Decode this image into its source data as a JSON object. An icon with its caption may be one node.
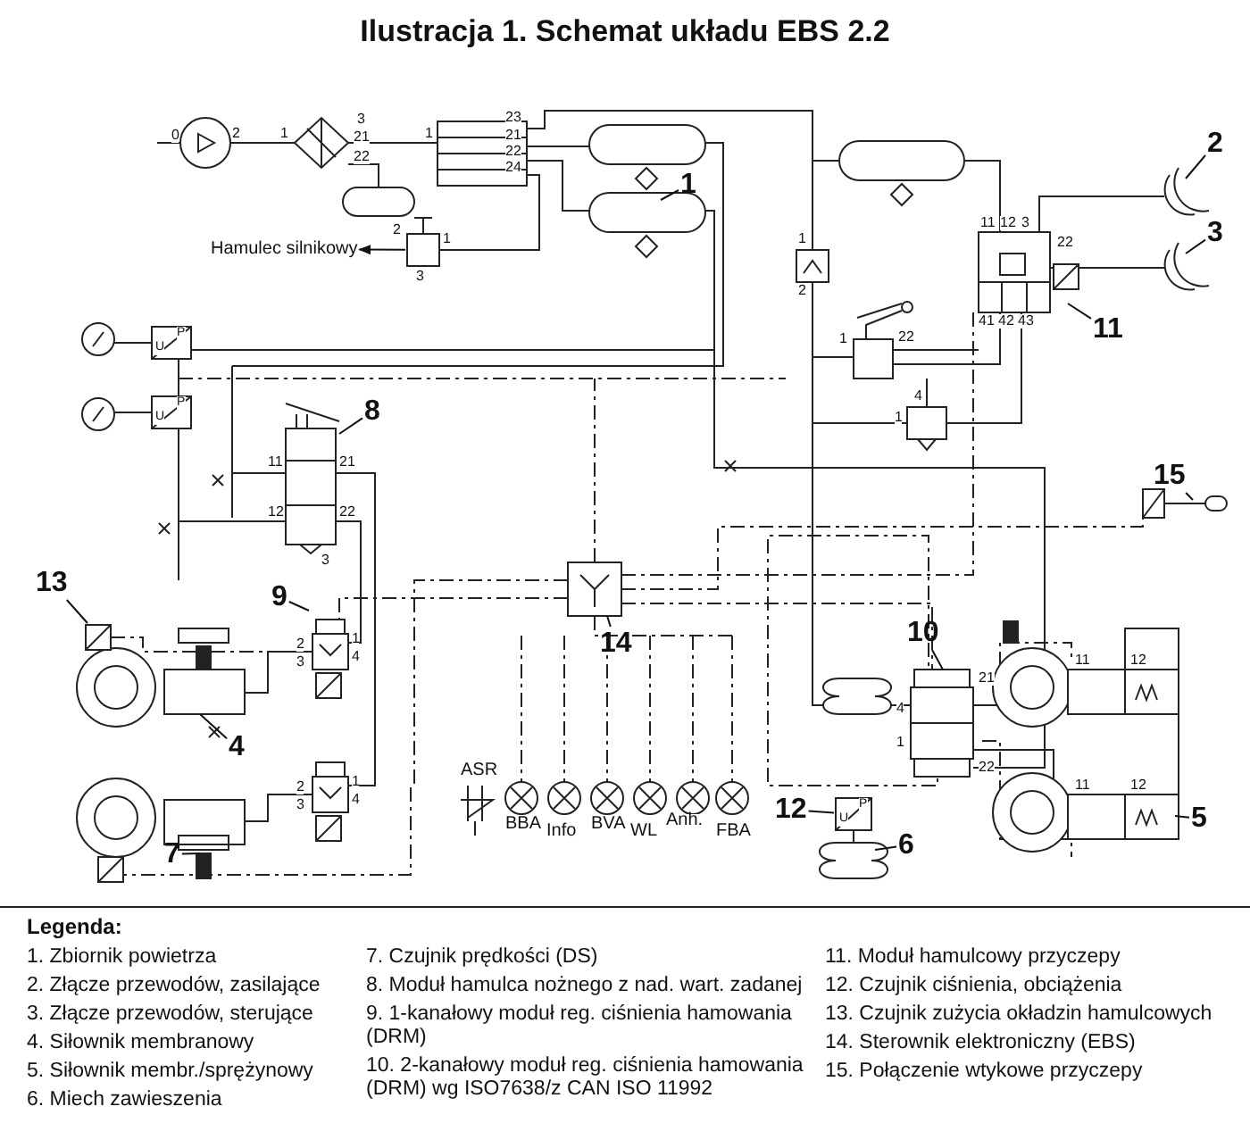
{
  "diagram": {
    "title": "Ilustracja 1. Schemat układu EBS 2.2",
    "nodes": [
      {
        "text": [
          "1"
        ]
      },
      {
        "text": [
          "2"
        ]
      },
      {
        "text": [
          "3"
        ]
      },
      {
        "text": [
          "Hamulec silnikowy"
        ]
      },
      {
        "text": [
          "11"
        ]
      },
      {
        "text": [
          "8"
        ]
      },
      {
        "text": [
          "15"
        ]
      },
      {
        "text": [
          "9"
        ]
      },
      {
        "text": [
          "13"
        ]
      },
      {
        "text": [
          "14"
        ]
      },
      {
        "text": [
          "10"
        ]
      },
      {
        "text": [
          "4"
        ]
      },
      {
        "text": [
          "12"
        ]
      },
      {
        "text": [
          "6"
        ]
      },
      {
        "text": [
          "5"
        ]
      },
      {
        "text": [
          "7"
        ]
      },
      {
        "text": [],
        "shape": "box"
      },
      {
        "text": [],
        "shape": "box"
      }
    ],
    "edges": [
      {
        "from": 0,
        "to": null,
        "arrow": "none"
      },
      {
        "from": 1,
        "to": null,
        "arrow": "none"
      },
      {
        "from": 2,
        "to": null,
        "arrow": "none"
      },
      {
        "from": 16,
        "to": 3,
        "arrow": "to"
      },
      {
        "from": 4,
        "to": null,
        "arrow": "none"
      },
      {
        "from": 5,
        "to": null,
        "arrow": "none"
      },
      {
        "from": 6,
        "to": null,
        "arrow": "none"
      },
      {
        "from": 7,
        "to": null,
        "arrow": "none"
      },
      {
        "from": 8,
        "to": null,
        "arrow": "none"
      },
      {
        "from": 9,
        "to": null,
        "arrow": "none"
      },
      {
        "from": 10,
        "to": null,
        "arrow": "none"
      },
      {
        "from": 11,
        "to": null,
        "arrow": "none"
      },
      {
        "from": 12,
        "to": 17,
        "arrow": "none"
      },
      {
        "from": 13,
        "to": null,
        "arrow": "none"
      },
      {
        "from": 14,
        "to": null,
        "arrow": "none"
      },
      {
        "from": 15,
        "to": null,
        "arrow": "none"
      }
    ],
    "labels": [
      "0",
      "2",
      "1",
      "3",
      "21",
      "22",
      "1",
      "23",
      "21",
      "22",
      "24",
      "2",
      "1",
      "3",
      "1",
      "2",
      "1",
      "22",
      "4",
      "1",
      "11",
      "12",
      "3",
      "22",
      "41",
      "42",
      "43",
      "11",
      "21",
      "12",
      "22",
      "3",
      "2",
      "3",
      "1",
      "4",
      "2",
      "3",
      "1",
      "4",
      "21",
      "4",
      "1",
      "22",
      "11",
      "12",
      "11",
      "12",
      "U",
      "P",
      "U",
      "P",
      "U",
      "P",
      "ASR",
      "BBA",
      "Info",
      "BVA",
      "WL",
      "Anh.",
      "FBA",
      "Legenda:"
    ],
    "legend": [
      {
        "text": "1. Zbiornik powietrza"
      },
      {
        "text": "2. Złącze przewodów, zasilające"
      },
      {
        "text": "3. Złącze przewodów, sterujące"
      },
      {
        "text": "4. Siłownik membranowy"
      },
      {
        "text": "5. Siłownik membr./sprężynowy"
      },
      {
        "text": "6. Miech zawieszenia"
      },
      {
        "text": "7. Czujnik prędkości (DS)"
      },
      {
        "text": "8. Moduł hamulca nożnego z nad. wart. zadanej"
      },
      {
        "text": "9. 1-kanałowy moduł reg. ciśnienia hamowania (DRM)"
      },
      {
        "text": "10. 2-kanałowy moduł reg. ciśnienia hamowania (DRM) wg ISO7638/z CAN ISO 11992"
      },
      {
        "text": "11. Moduł hamulcowy przyczepy"
      },
      {
        "text": "12. Czujnik ciśnienia, obciążenia"
      },
      {
        "text": "13. Czujnik zużycia okładzin hamulcowych"
      },
      {
        "text": "14. Sterownik elektroniczny (EBS)"
      },
      {
        "text": "15. Połączenie wtykowe przyczepy"
      }
    ]
  }
}
